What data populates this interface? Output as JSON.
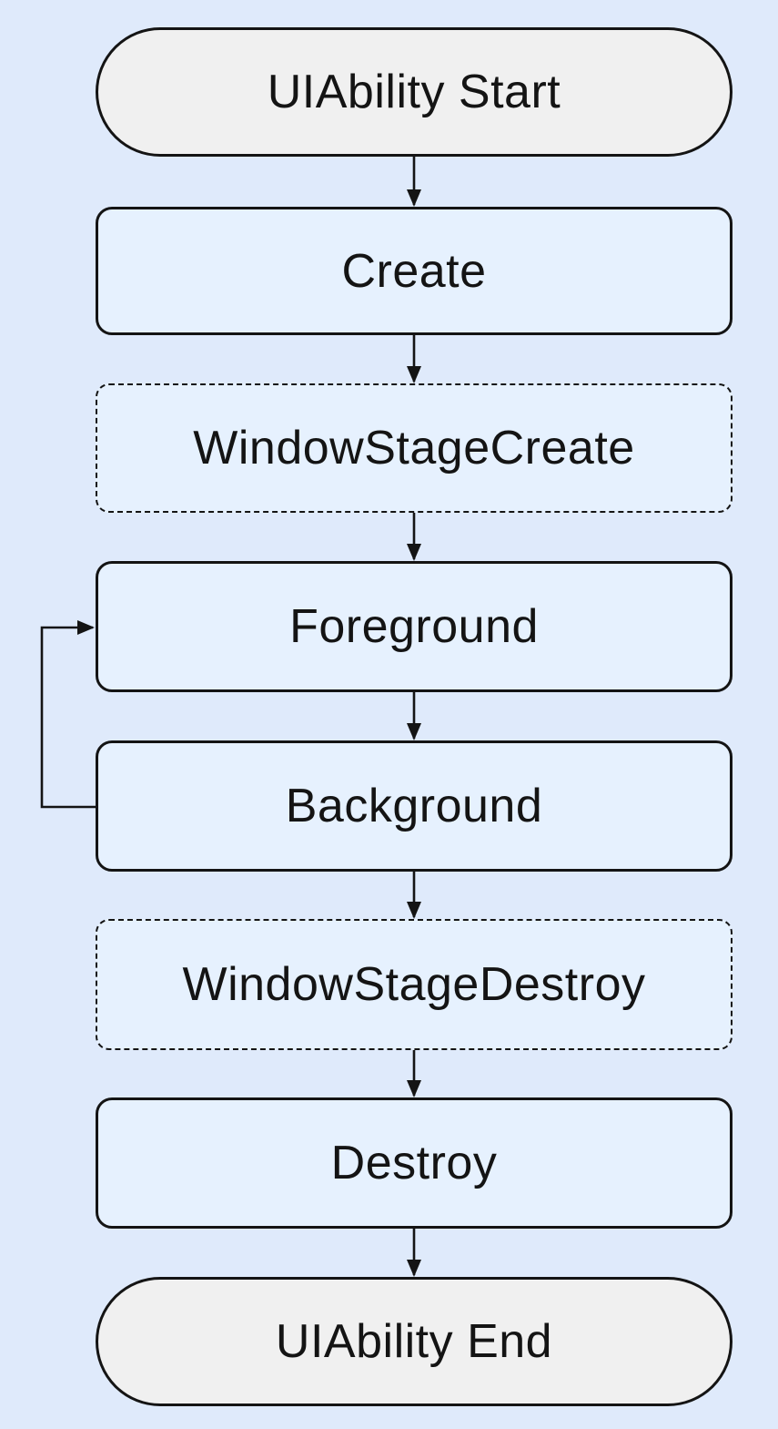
{
  "diagram": {
    "colors": {
      "canvas_background": "#dfeafb",
      "process_fill": "#e6f1fe",
      "terminal_fill": "#f0f0f0",
      "stroke": "#141414",
      "text": "#141414"
    },
    "nodes": [
      {
        "id": "uiability-start",
        "label": "UIAbility Start",
        "shape": "stadium",
        "border": "solid"
      },
      {
        "id": "create",
        "label": "Create",
        "shape": "rounded-rect",
        "border": "solid"
      },
      {
        "id": "window-stage-create",
        "label": "WindowStageCreate",
        "shape": "rounded-rect",
        "border": "dashed"
      },
      {
        "id": "foreground",
        "label": "Foreground",
        "shape": "rounded-rect",
        "border": "solid"
      },
      {
        "id": "background",
        "label": "Background",
        "shape": "rounded-rect",
        "border": "solid"
      },
      {
        "id": "window-stage-destroy",
        "label": "WindowStageDestroy",
        "shape": "rounded-rect",
        "border": "dashed"
      },
      {
        "id": "destroy",
        "label": "Destroy",
        "shape": "rounded-rect",
        "border": "solid"
      },
      {
        "id": "uiability-end",
        "label": "UIAbility End",
        "shape": "stadium",
        "border": "solid"
      }
    ],
    "edges": [
      {
        "from": "uiability-start",
        "to": "create"
      },
      {
        "from": "create",
        "to": "window-stage-create"
      },
      {
        "from": "window-stage-create",
        "to": "foreground"
      },
      {
        "from": "foreground",
        "to": "background"
      },
      {
        "from": "background",
        "to": "window-stage-destroy"
      },
      {
        "from": "window-stage-destroy",
        "to": "destroy"
      },
      {
        "from": "destroy",
        "to": "uiability-end"
      },
      {
        "from": "background",
        "to": "foreground",
        "style": "left-side-loop"
      }
    ]
  }
}
